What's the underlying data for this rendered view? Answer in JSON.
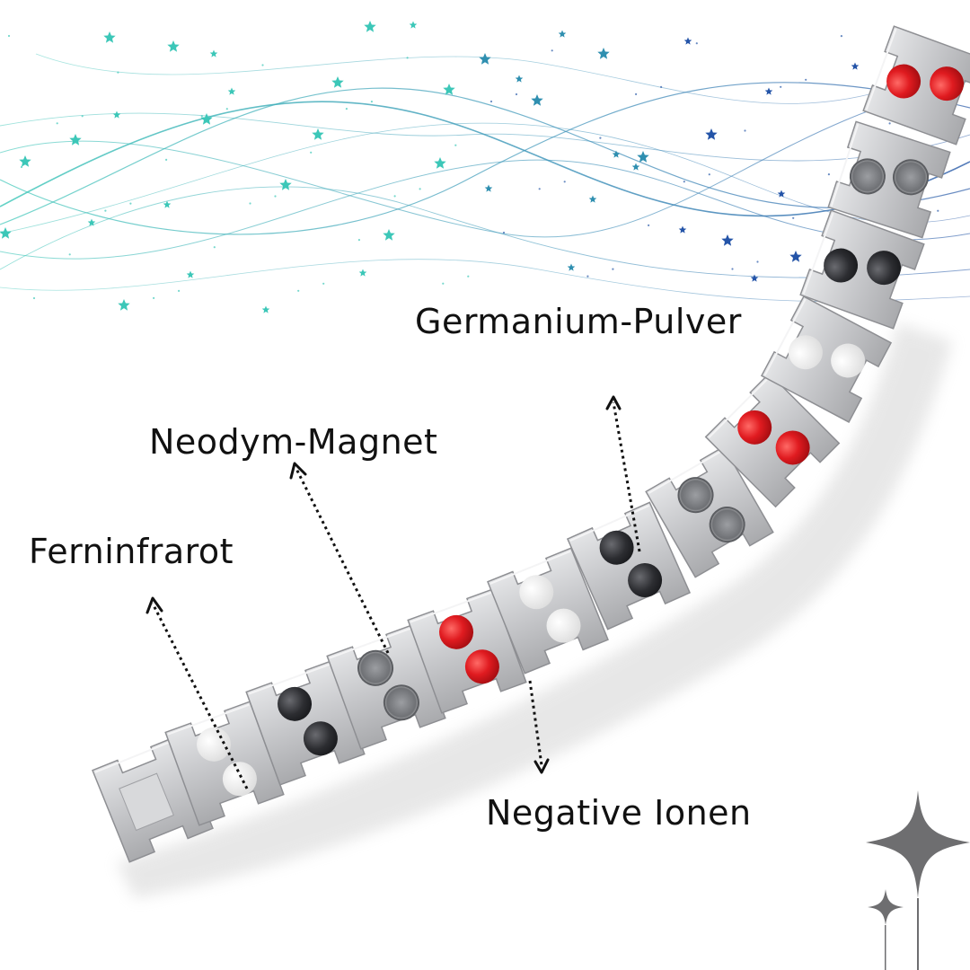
{
  "labels": {
    "germanium": "Germanium-Pulver",
    "neodym": "Neodym-Magnet",
    "ferninfrarot": "Ferninfrarot",
    "negative_ionen": "Negative Ionen"
  },
  "bracelet": {
    "segments": [
      "red-dots",
      "white-dots",
      "black-dots",
      "steel-dots",
      "red-dots",
      "white-dots",
      "black-dots",
      "steel-dots",
      "red-dots",
      "white-dots",
      "black-dots",
      "steel-dots",
      "red-dots"
    ]
  },
  "colors": {
    "text": "#111111",
    "wave_teal": "#3cc7b8",
    "wave_blue": "#2a5aa8",
    "steel": "#c9cacc",
    "red_stone": "#d4161c",
    "black_stone": "#2c2d31",
    "white_stone": "#f2f2f2",
    "sparkle": "#6e6e70"
  },
  "icons": {
    "sparkle": "four-point-star-icon",
    "stars": "star-icon"
  }
}
